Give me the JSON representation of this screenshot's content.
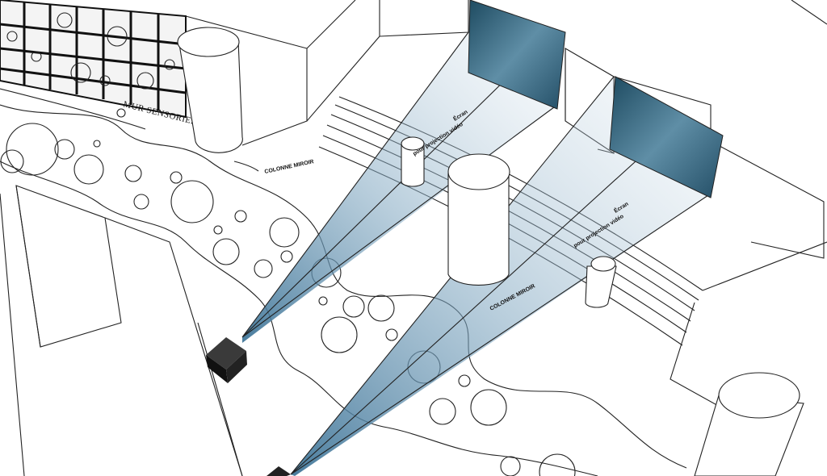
{
  "labels": {
    "sensory_wall": "MUR SENSORIEL",
    "mirror_column_1": "COLONNE MIROIR",
    "mirror_column_2": "COLONNE MIROIR",
    "screen_1_line1": "Écran",
    "screen_1_line2": "pour projection vidéo",
    "screen_2_line1": "Écran",
    "screen_2_line2": "pour projection vidéo"
  },
  "colors": {
    "beam": "#5f8fae",
    "screen": "#2f5f78",
    "projector": "#1c1c1c"
  }
}
